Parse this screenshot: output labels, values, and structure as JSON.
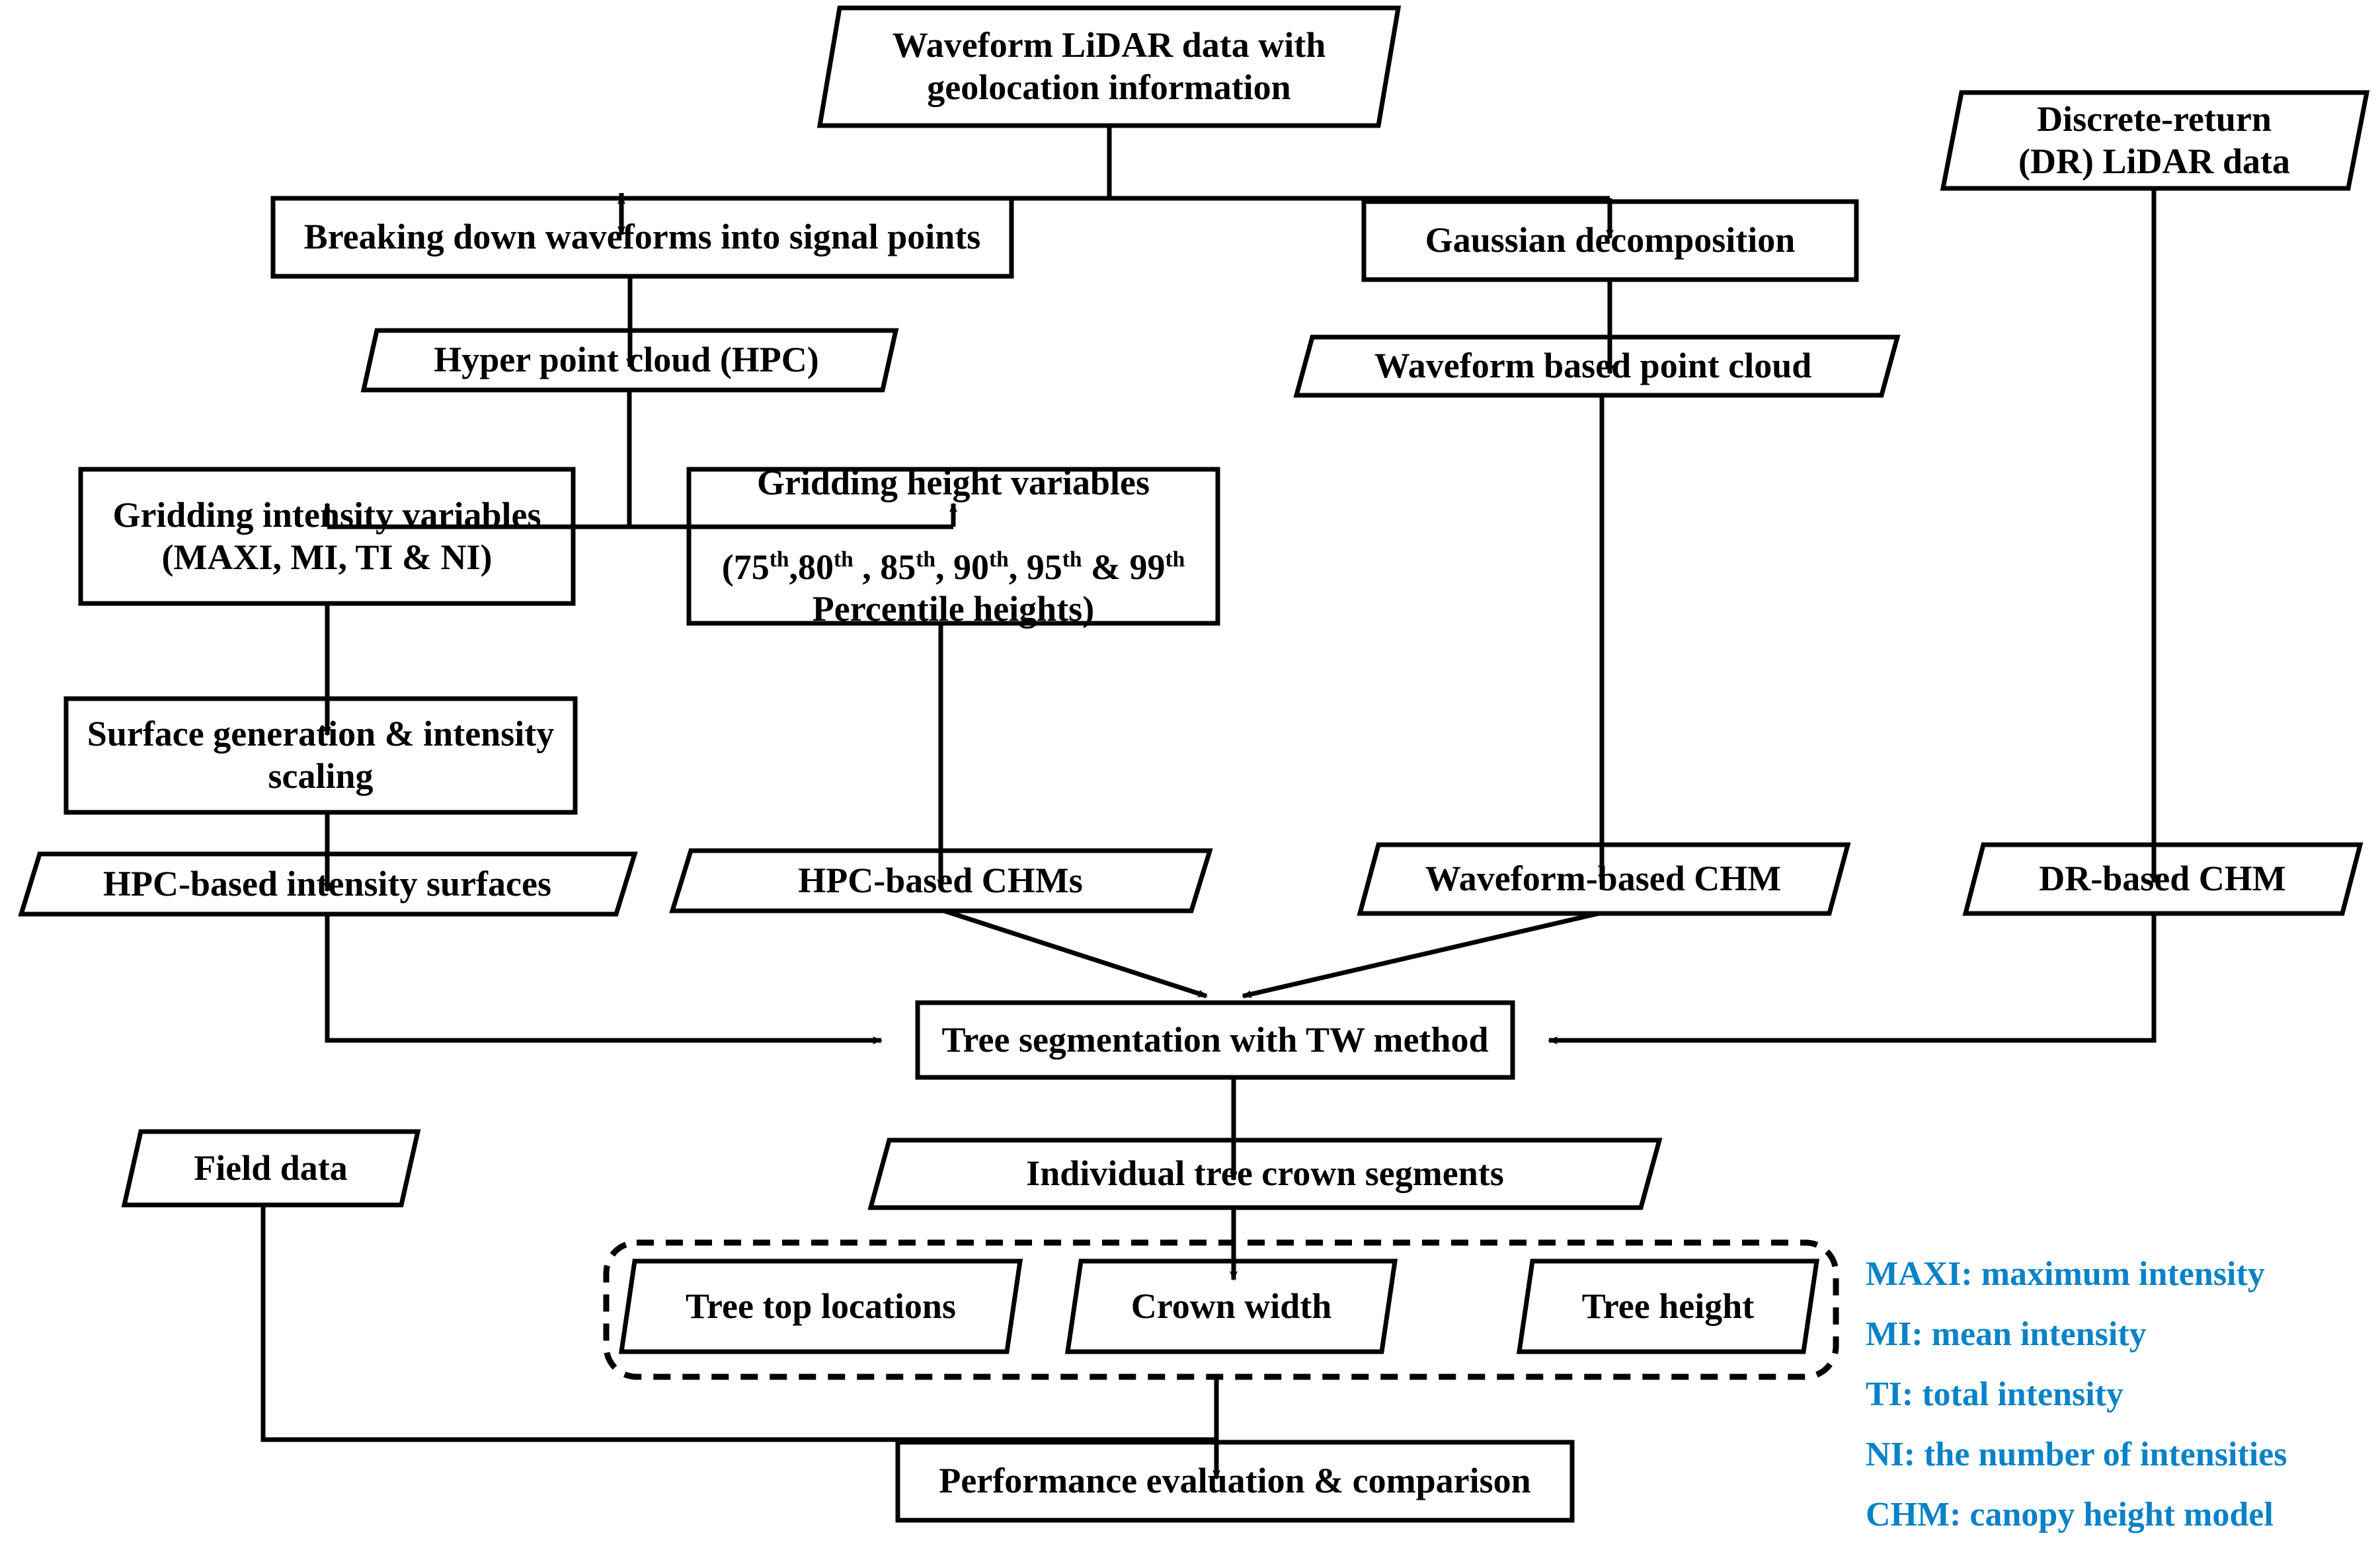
{
  "diagram": {
    "title_node": "Waveform LiDAR data with geolocation information",
    "nodes": {
      "waveform_lidar": {
        "label": "Waveform LiDAR data with\ngeolocation information",
        "shape": "parallelogram"
      },
      "discrete_return": {
        "label": "Discrete-return\n(DR) LiDAR data",
        "shape": "parallelogram"
      },
      "breaking_down": {
        "label": "Breaking down waveforms into signal points",
        "shape": "rectangle"
      },
      "gaussian_decomposition": {
        "label": "Gaussian decomposition",
        "shape": "rectangle"
      },
      "hyper_point_cloud": {
        "label": "Hyper point cloud (HPC)",
        "shape": "parallelogram"
      },
      "waveform_point_cloud": {
        "label": "Waveform based point cloud",
        "shape": "parallelogram"
      },
      "gridding_intensity": {
        "label": "Gridding intensity variables\n(MAXI, MI, TI & NI)",
        "shape": "rectangle"
      },
      "gridding_height_line1": "Gridding height variables",
      "gridding_height_line2_pre": "(75",
      "gridding_height_line3": "Percentile heights)",
      "surface_generation": {
        "label": "Surface generation & intensity\nscaling",
        "shape": "rectangle"
      },
      "hpc_intensity_surfaces": {
        "label": "HPC-based intensity surfaces",
        "shape": "parallelogram"
      },
      "hpc_chms": {
        "label": "HPC-based CHMs",
        "shape": "parallelogram"
      },
      "waveform_chm": {
        "label": "Waveform-based CHM",
        "shape": "parallelogram"
      },
      "dr_chm": {
        "label": "DR-based CHM",
        "shape": "parallelogram"
      },
      "tree_segmentation": {
        "label": "Tree segmentation with TW method",
        "shape": "rectangle"
      },
      "tree_crown_segments": {
        "label": "Individual tree crown segments",
        "shape": "parallelogram"
      },
      "tree_top_locations": {
        "label": "Tree top locations",
        "shape": "parallelogram"
      },
      "crown_width": {
        "label": "Crown width",
        "shape": "parallelogram"
      },
      "tree_height": {
        "label": "Tree height",
        "shape": "parallelogram"
      },
      "field_data": {
        "label": "Field data",
        "shape": "parallelogram"
      },
      "performance_evaluation": {
        "label": "Performance evaluation & comparison",
        "shape": "rectangle"
      }
    },
    "percentiles": [
      "75",
      "80",
      "85",
      "90",
      "95",
      "99"
    ],
    "percentile_suffix": "th",
    "legend": {
      "color": "#0a82c8",
      "items": [
        "MAXI: maximum intensity",
        "MI: mean intensity",
        "TI: total intensity",
        "NI: the number of intensities",
        "CHM: canopy height model"
      ]
    },
    "colors": {
      "stroke": "#000000",
      "fill": "#ffffff",
      "legend_blue": "#0a82c8"
    }
  }
}
